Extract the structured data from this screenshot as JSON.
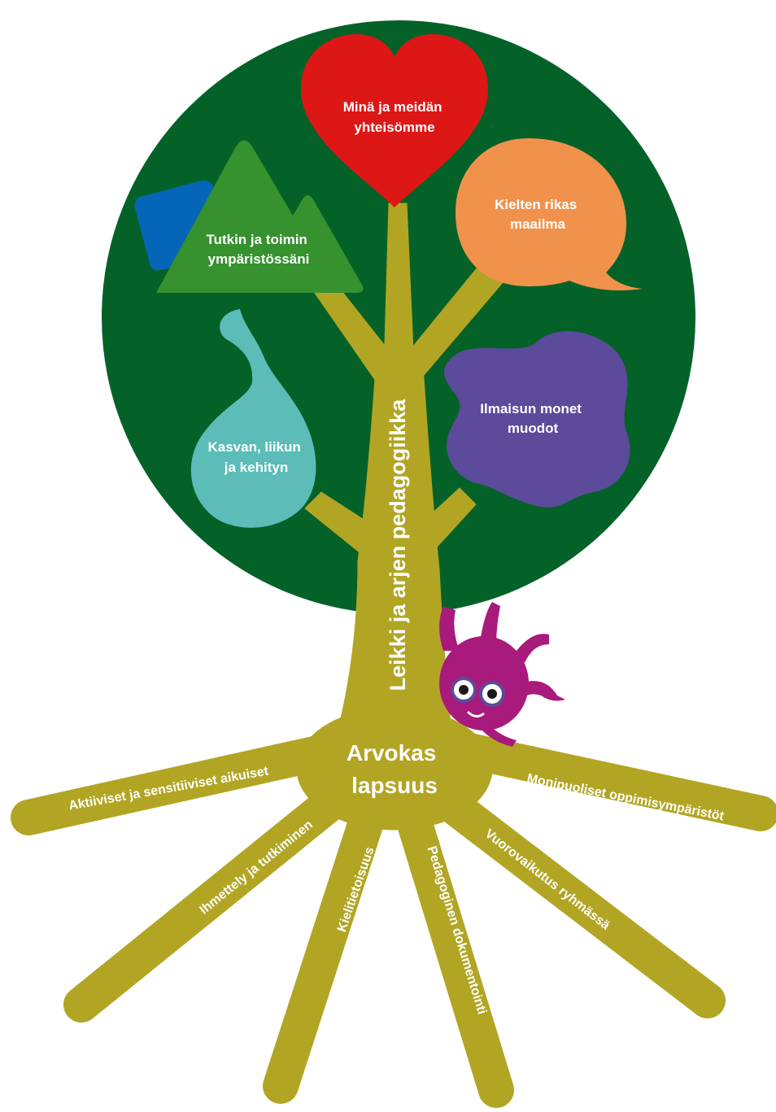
{
  "colors": {
    "crown": "#046228",
    "trunk": "#b2a524",
    "heart": "#dd1716",
    "speech": "#f0924c",
    "mountain": "#36912f",
    "square": "#0565b6",
    "drop": "#5bbcb8",
    "blob": "#5c4a9b",
    "mascot": "#a81a7b"
  },
  "leaves": {
    "heart": [
      "Minä ja meidän",
      "yhteisömme"
    ],
    "speech": [
      "Kielten rikas",
      "maailma"
    ],
    "mountain": [
      "Tutkin ja toimin",
      "ympäristössäni"
    ],
    "drop": [
      "Kasvan, liikun",
      "ja kehityn"
    ],
    "blob": [
      "Ilmaisun monet",
      "muodot"
    ]
  },
  "trunk_label": "Leikki ja arjen pedagogiikka",
  "center_label": [
    "Arvokas",
    "lapsuus"
  ],
  "roots": {
    "r1": "Aktiiviset ja sensitiiviset aikuiset",
    "r2": "Ihmettely ja tutkiminen",
    "r3": "Kielitietoisuus",
    "r4": "Pedagoginen dokumentointi",
    "r5": "Vuorovaikutus ryhmässä",
    "r6": "Monipuoliset oppimisympäristöt"
  }
}
